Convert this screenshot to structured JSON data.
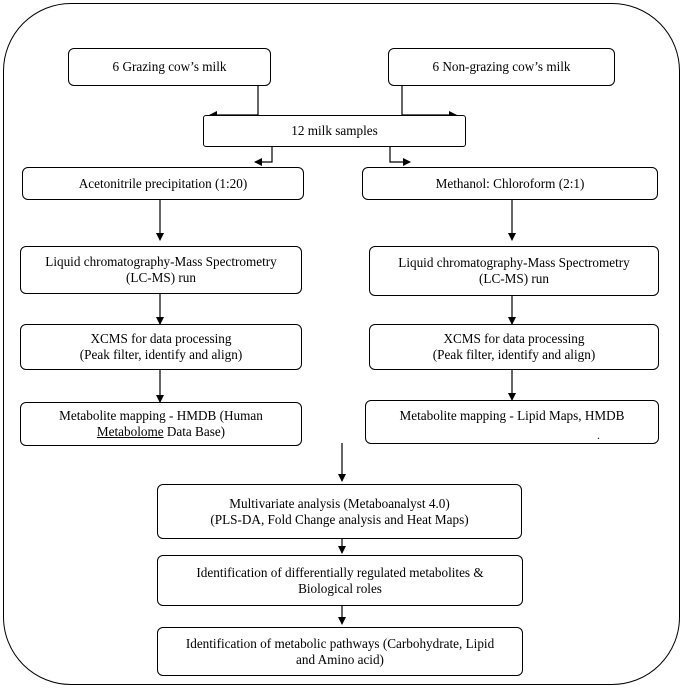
{
  "boxes": {
    "grazing": "6 Grazing cow’s milk",
    "non_grazing": "6 Non-grazing cow’s milk",
    "samples": "12 milk samples",
    "left_prep": "Acetonitrile precipitation (1:20)",
    "right_prep": "Methanol: Chloroform (2:1)",
    "left_lcms": {
      "line1": "Liquid chromatography-Mass Spectrometry",
      "line2": "(LC-MS) run"
    },
    "right_lcms": {
      "line1": "Liquid chromatography-Mass Spectrometry",
      "line2": "(LC-MS) run"
    },
    "left_xcms": {
      "line1": "XCMS for data processing",
      "line2": "(Peak filter, identify and align)"
    },
    "right_xcms": {
      "line1": "XCMS for data processing",
      "line2": "(Peak filter, identify and align)"
    },
    "left_mapping": {
      "line1": "Metabolite mapping - HMDB (Human",
      "line2_underlined": "Metabolome",
      "line2_rest": " Data Base)"
    },
    "right_mapping": {
      "line1": "Metabolite mapping - Lipid Maps, HMDB",
      "line2": "."
    },
    "multivariate": {
      "line1": "Multivariate analysis (Metaboanalyst 4.0)",
      "line2": "(PLS-DA, Fold Change analysis and Heat Maps)"
    },
    "identification": {
      "line1": "Identification of differentially regulated metabolites &",
      "line2": "Biological roles"
    },
    "pathways": {
      "line1": "Identification of metabolic pathways (Carbohydrate, Lipid",
      "line2": "and Amino acid)"
    }
  }
}
